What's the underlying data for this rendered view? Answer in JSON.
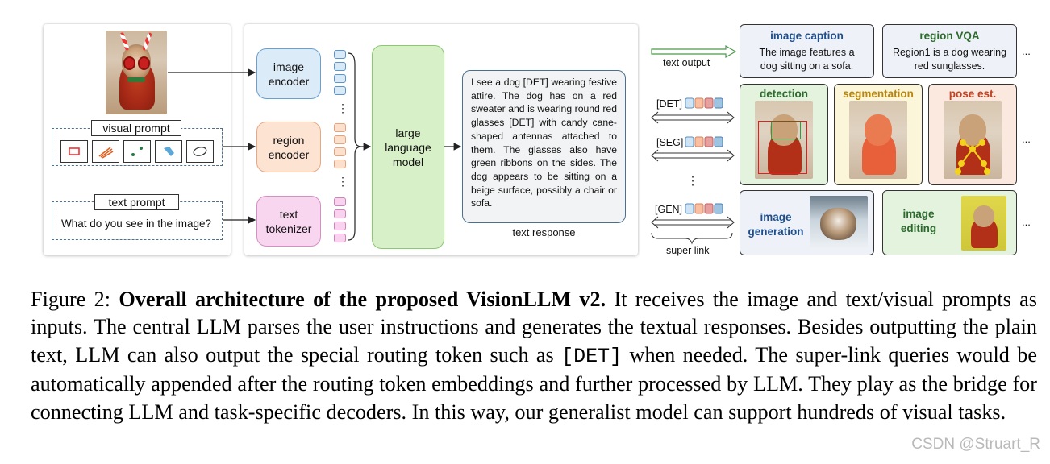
{
  "inputs": {
    "visual_prompt_label": "visual prompt",
    "text_prompt_label": "text prompt",
    "text_prompt_value": "What do you see in the image?"
  },
  "modules": {
    "image_encoder": "image encoder",
    "region_encoder": "region encoder",
    "text_tokenizer": "text tokenizer",
    "llm": "large language model"
  },
  "response": {
    "text": "I see a dog [DET] wearing festive attire. The dog has on a red sweater and is wearing round red glasses [DET] with candy cane-shaped antennas attached to them. The glasses also have green ribbons on the sides. The dog appears to be sitting on a beige surface, possibly a chair or sofa.",
    "label": "text response"
  },
  "routing": {
    "text_output": "text output",
    "det": "[DET]",
    "seg": "[SEG]",
    "gen": "[GEN]",
    "super_link": "super link",
    "ellipsis": "⋮",
    "row_more": "..."
  },
  "outputs": {
    "image_caption": {
      "title": "image caption",
      "desc": "The image features a dog sitting on a sofa."
    },
    "region_vqa": {
      "title": "region VQA",
      "desc": "Region1 is a dog wearing red sunglasses."
    },
    "detection": "detection",
    "segmentation": "segmentation",
    "pose": "pose est.",
    "image_generation": "image generation",
    "image_editing": "image editing"
  },
  "caption": {
    "prefix": "Figure 2: ",
    "bold": "Overall architecture of the proposed VisionLLM v2.",
    "part1": " It receives the image and text/visual prompts as inputs. The central LLM parses the user instructions and generates the textual responses. Besides outputting the plain text, LLM can also output the special routing token such as ",
    "code": "[DET]",
    "part2": " when needed. The super-link queries would be automatically appended after the routing token embeddings and further processed by LLM. They play as the bridge for connecting LLM and task-specific decoders. In this way, our generalist model can support hundreds of visual tasks."
  },
  "watermark": "CSDN @Struart_R",
  "colors": {
    "image_encoder": "#dcebf8",
    "region_encoder": "#fde3d2",
    "text_tokenizer": "#f9d6f0",
    "llm": "#d7f0c8",
    "detection_bg": "#e3f3de",
    "segmentation_bg": "#fbf5d9",
    "pose_bg": "#fbe9e0",
    "caption_bg": "#eef2f8"
  }
}
